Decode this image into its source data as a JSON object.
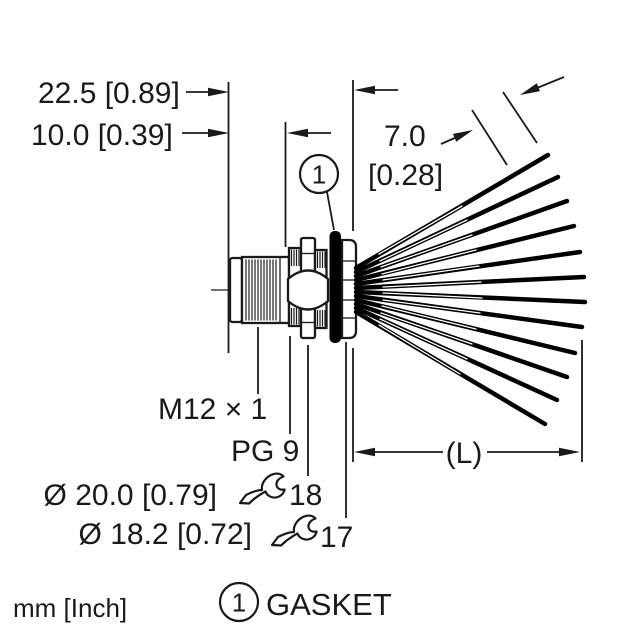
{
  "drawing": {
    "unit_note": "mm [Inch]",
    "dims": {
      "overall": "22.5 [0.89]",
      "thread_len": "10.0 [0.39]",
      "strip_mm": "7.0",
      "strip_inch": "[0.28]",
      "lead_length": "(L)"
    },
    "labels": {
      "thread_spec": "M12 × 1",
      "gland_thread": "PG 9",
      "dia_outer": "Ø 20.0 [0.79]",
      "dia_gasket": "Ø 18.2 [0.72]",
      "wrench_large": "18",
      "wrench_small": "17"
    },
    "callout": {
      "number": "1"
    },
    "legend": {
      "number": "1",
      "label": "GASKET"
    },
    "colors": {
      "ink": "#1a1a1a",
      "background": "#ffffff",
      "gasket": "#000000"
    }
  }
}
